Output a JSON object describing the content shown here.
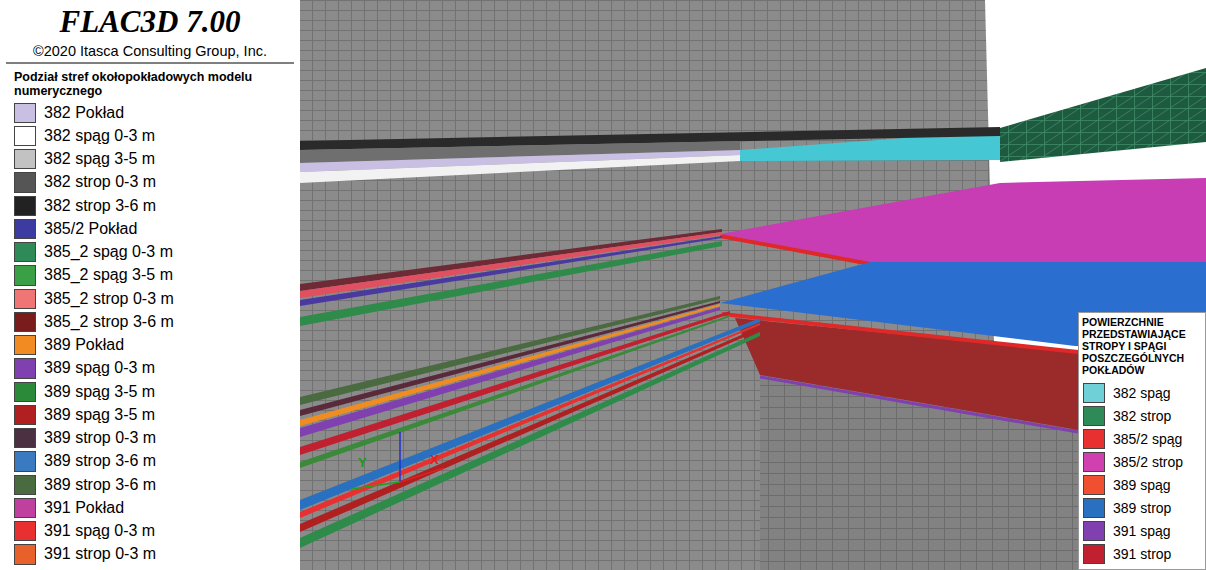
{
  "diagram": {
    "title": "FLAC3D 7.00",
    "labels": [
      "©2020 Itasca Consulting Group, Inc.",
      "Podział stref okołopokładowych modelu numerycznego",
      "POWIERZCHNIE PRZEDSTAWIAJĄCE STROPY I SPĄGI POSZCZEGÓLNYCH POKŁADÓW",
      "Y",
      "X"
    ],
    "legend": [
      {
        "text": "382 Pokład",
        "color": "#c8bfe2"
      },
      {
        "text": "382 spąg 0-3 m",
        "color": "#ffffff"
      },
      {
        "text": "382 spąg 3-5 m",
        "color": "#c2c2c2"
      },
      {
        "text": "382 strop 0-3 m",
        "color": "#555555"
      },
      {
        "text": "382 strop 3-6 m",
        "color": "#222222"
      },
      {
        "text": "385/2 Pokład",
        "color": "#3b3ba2"
      },
      {
        "text": "385_2 spąg 0-3 m",
        "color": "#2e8b57"
      },
      {
        "text": "385_2 spąg 3-5 m",
        "color": "#3aa046"
      },
      {
        "text": "385_2 strop 0-3 m",
        "color": "#f07575"
      },
      {
        "text": "385_2 strop 3-6 m",
        "color": "#7a1c1c"
      },
      {
        "text": "389 Pokład",
        "color": "#f28c22"
      },
      {
        "text": "389 spąg 0-3 m",
        "color": "#8040b0"
      },
      {
        "text": "389 spąg 3-5 m",
        "color": "#2a8a3a"
      },
      {
        "text": "389 spąg 3-5 m",
        "color": "#b02020"
      },
      {
        "text": "389 strop 0-3 m",
        "color": "#4a3040"
      },
      {
        "text": "389 strop 3-6 m",
        "color": "#3a7ac0"
      },
      {
        "text": "389 strop 3-6 m",
        "color": "#4a6a40"
      },
      {
        "text": "391 Pokład",
        "color": "#c040a0"
      },
      {
        "text": "391 spąg 0-3 m",
        "color": "#e83030"
      },
      {
        "text": "391 strop 0-3 m",
        "color": "#e8602a"
      },
      {
        "text": "382 spąg",
        "color": "#70d0d8"
      },
      {
        "text": "382 strop",
        "color": "#2e8b57"
      },
      {
        "text": "385/2 spąg",
        "color": "#e83030"
      },
      {
        "text": "385/2 strop",
        "color": "#d040b0"
      },
      {
        "text": "389 spąg",
        "color": "#f05030"
      },
      {
        "text": "389 strop",
        "color": "#2a70c0"
      },
      {
        "text": "391 spąg",
        "color": "#8040b0"
      },
      {
        "text": "391 strop",
        "color": "#c02030"
      }
    ]
  }
}
